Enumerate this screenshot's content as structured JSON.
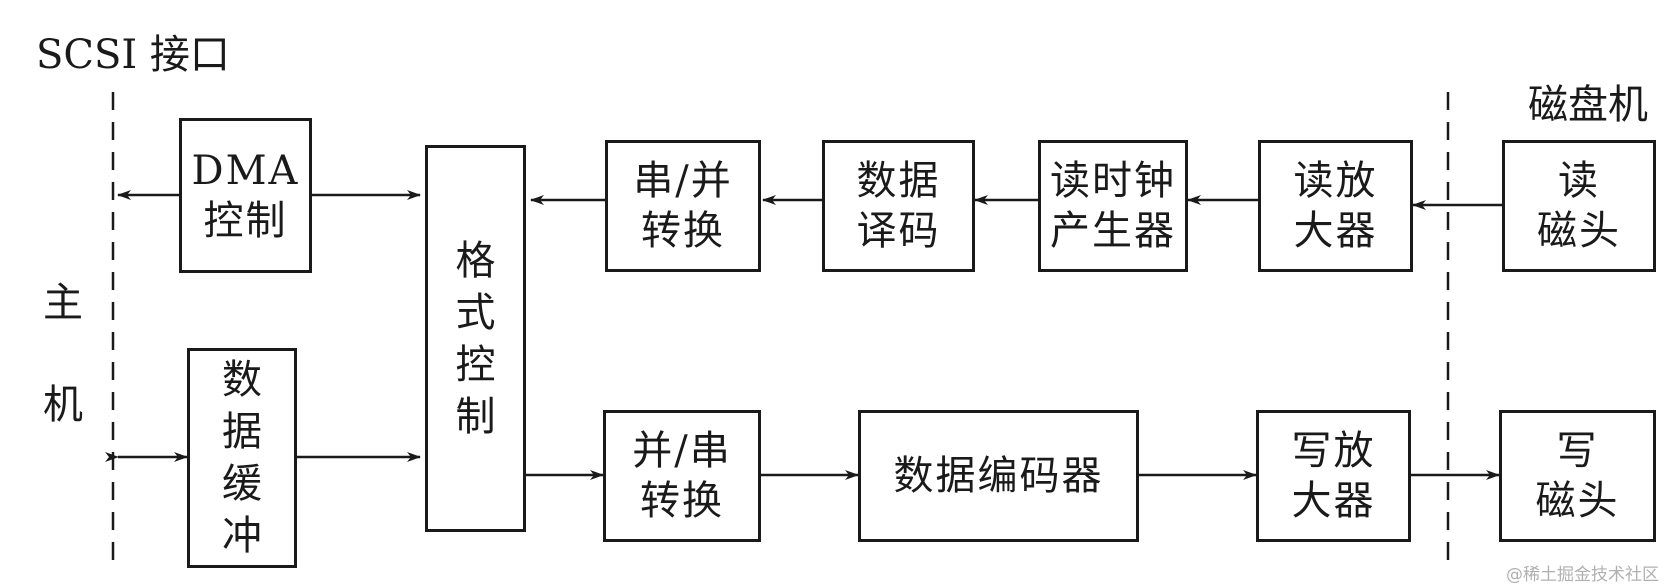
{
  "header": {
    "scsi_label": "SCSI 接口",
    "disk_label": "磁盘机"
  },
  "host": {
    "label_1": "主",
    "label_2": "机"
  },
  "blocks": {
    "dma_ctrl": {
      "line1": "DMA",
      "line2": "控制"
    },
    "data_buffer": {
      "chars": [
        "数",
        "据",
        "缓",
        "冲"
      ]
    },
    "format_ctrl": {
      "chars": [
        "格",
        "式",
        "控",
        "制"
      ]
    },
    "ser_par": {
      "line1": "串/并",
      "line2": "转换"
    },
    "data_decode": {
      "line1": "数据",
      "line2": "译码"
    },
    "read_clock": {
      "line1": "读时钟",
      "line2": "产生器"
    },
    "read_amp": {
      "line1": "读放",
      "line2": "大器"
    },
    "read_head": {
      "line1": "读",
      "line2": "磁头"
    },
    "par_ser": {
      "line1": "并/串",
      "line2": "转换"
    },
    "data_encoder": {
      "line1": "数据编码器"
    },
    "write_amp": {
      "line1": "写放",
      "line2": "大器"
    },
    "write_head": {
      "line1": "写",
      "line2": "磁头"
    }
  },
  "watermark": "@稀土掘金技术社区"
}
